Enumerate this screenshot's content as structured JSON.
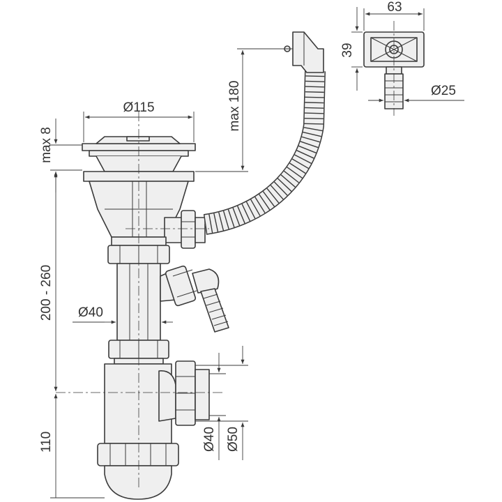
{
  "colors": {
    "line": "#3a3a3a",
    "part_fill": "#efefef",
    "background": "#ffffff"
  },
  "dimensions": {
    "strainer_diameter": "Ø115",
    "strainer_height": "max 8",
    "overflow_height": "max 180",
    "trap_height": "200 - 260",
    "tube_diameter": "Ø40",
    "trap_base": "110",
    "outlet_d40": "Ø40",
    "outlet_d50": "Ø50",
    "overflow_width": "63",
    "overflow_height_small": "39",
    "overflow_hose": "Ø25"
  }
}
